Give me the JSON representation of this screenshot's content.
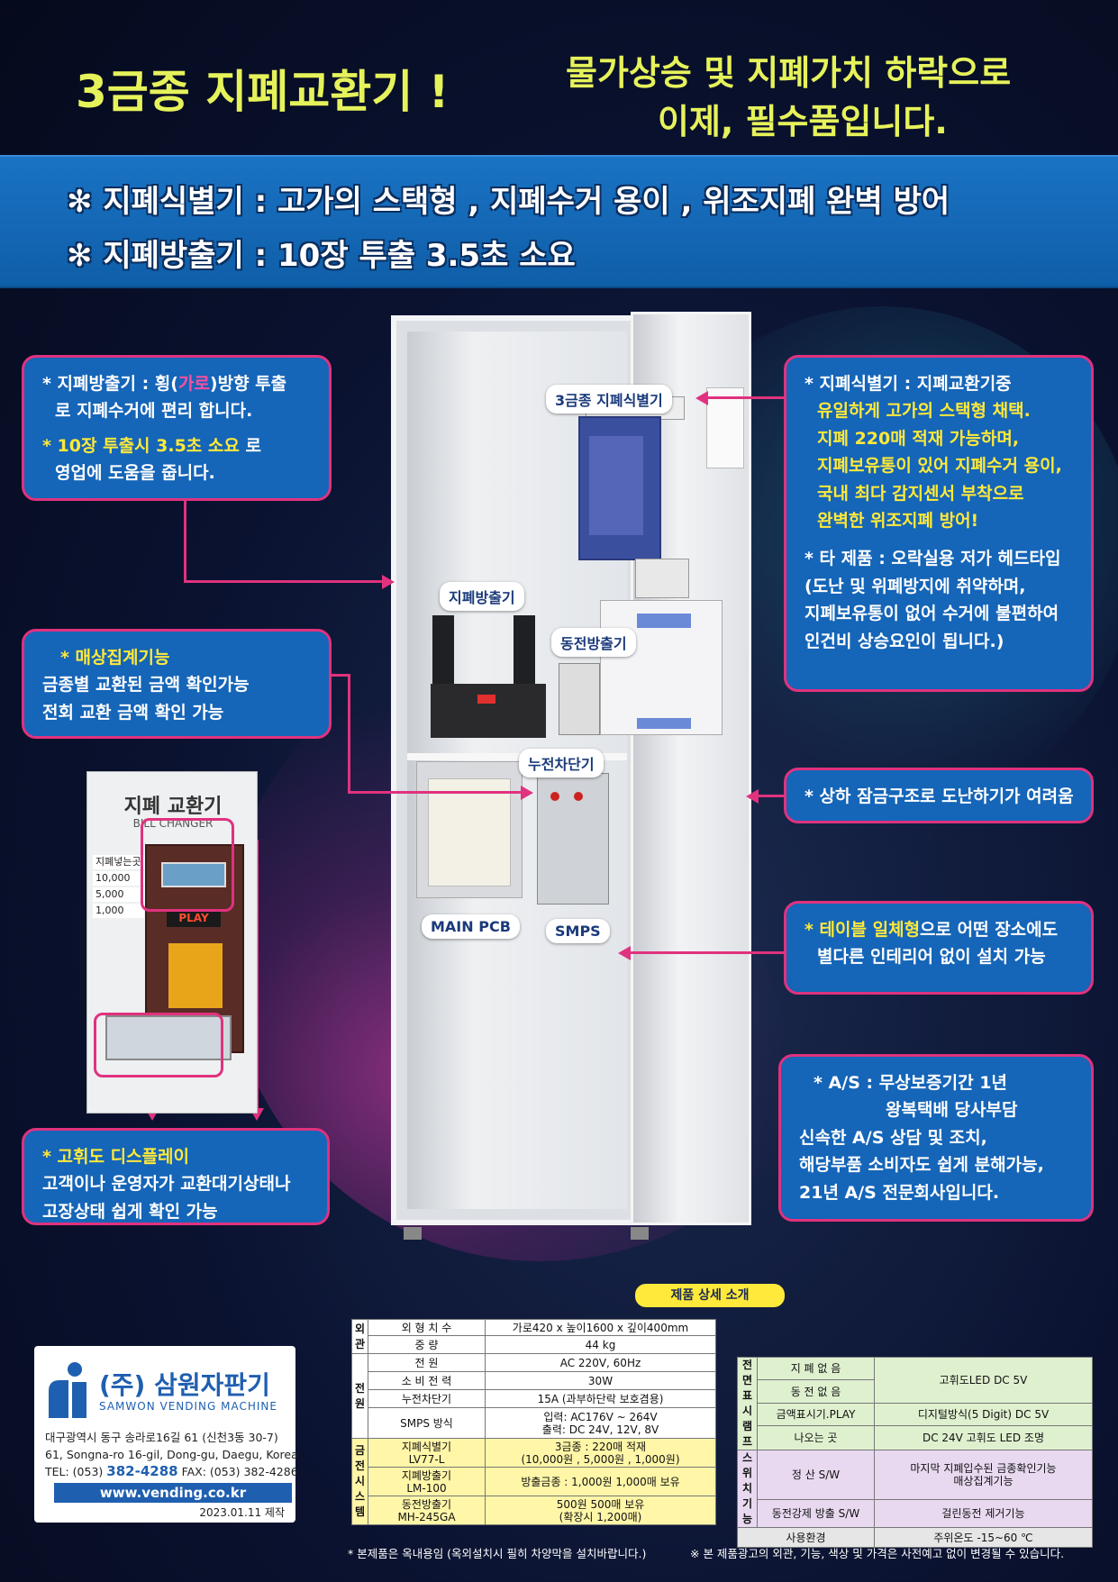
{
  "headline": {
    "left": "3금종 지폐교환기 !",
    "right_line1": "물가상승 및 지폐가치 하락으로",
    "right_line2": "이제, 필수품입니다."
  },
  "band": {
    "line1": "지폐식별기 : 고가의 스택형 , 지폐수거 용이 , 위조지폐 완벽 방어",
    "line2": "지폐방출기 : 10장 투출 3.5초 소요",
    "bullet": "✻"
  },
  "tags": {
    "bill_validator": "3금종 지폐식별기",
    "bill_dispenser": "지폐방출기",
    "coin_dispenser": "동전방출기",
    "breaker": "누전차단기",
    "main_pcb": "MAIN PCB",
    "smps": "SMPS"
  },
  "callouts": {
    "dispenser": {
      "l1a": "* 지폐방출기 : 횡(",
      "l1b": "가로",
      "l1c": ")방향 투출",
      "l2": "로 지폐수거에 편리 합니다.",
      "l3a": "* 10장 투출시 3.5초 소요",
      "l3b": " 로",
      "l4": "영업에 도움을 줍니다."
    },
    "sales": {
      "l1": "* 매상집계기능",
      "l2": "금종별 교환된 금액 확인가능",
      "l3": "전회 교환 금액 확인 가능"
    },
    "display": {
      "l1": "* 고휘도 디스플레이",
      "l2": "고객이나 운영자가 교환대기상태나",
      "l3": "고장상태 쉽게 확인 가능"
    },
    "validator": {
      "l1": "* 지폐식별기 : 지폐교환기중",
      "l2": "유일하게 고가의 스택형 채택.",
      "l3": "지폐 220매 적재 가능하며,",
      "l4": "지폐보유통이 있어 지폐수거 용이,",
      "l5": "국내 최다 감지센서 부착으로",
      "l6": "완벽한 위조지폐 방어!",
      "l7": "* 타 제품 : 오락실용 저가 헤드타입",
      "l8": "(도난 및 위폐방지에 취약하며,",
      "l9": "지폐보유통이 없어 수거에 불편하여",
      "l10": "인건비 상승요인이 됩니다.)"
    },
    "lock": {
      "l1": "* 상하 잠금구조로 도난하기가 여려움"
    },
    "table": {
      "l1a": "* 테이블 일체형",
      "l1b": "으로 어떤 장소에도",
      "l2": "별다른 인테리어 없이 설치 가능"
    },
    "as": {
      "l1": "* A/S : 무상보증기간 1년",
      "l2": "왕복택배 당사부담",
      "l3": "신속한 A/S 상담 및 조치,",
      "l4": "해당부품 소비자도 쉽게 분해가능,",
      "l5": "21년 A/S 전문회사입니다."
    }
  },
  "mini_machine": {
    "title": "지폐 교환기",
    "subtitle": "BILL CHANGER",
    "play": "PLAY",
    "insert_label": "지폐넣는곳",
    "amounts": [
      "10,000",
      "5,000",
      "1,000"
    ]
  },
  "company": {
    "name_ko": "(주) 삼원자판기",
    "name_en": "SAMWON VENDING MACHINE",
    "addr_ko": "대구광역시 동구 송라로16길 61 (신천3동 30-7)",
    "addr_en": "61, Songna-ro 16-gil, Dong-gu, Daegu, Korea",
    "tel_label": "TEL: (053)",
    "tel": "382-4288",
    "fax": "FAX: (053) 382-4286",
    "url": "www.vending.co.kr",
    "date": "2023.01.11 제작"
  },
  "spec_title": "제품 상세 소개",
  "spec1": {
    "groups": {
      "exterior": "외관",
      "power": "전원",
      "system": "금전시스템"
    },
    "rows": [
      [
        "외 형 치 수",
        "가로420 x 높이1600 x 깊이400mm"
      ],
      [
        "중 량",
        "44 kg"
      ],
      [
        "전 원",
        "AC 220V, 60Hz"
      ],
      [
        "소 비 전 력",
        "30W"
      ],
      [
        "누전차단기",
        "15A (과부하단락 보호겸용)"
      ],
      [
        "SMPS 방식",
        "입력: AC176V ~ 264V",
        "출력: DC 24V, 12V, 8V"
      ],
      [
        "지폐식별기",
        "LV77-L",
        "3금종 : 220매 적재",
        "(10,000원 , 5,000원 , 1,000원)"
      ],
      [
        "지폐방출기",
        "LM-100",
        "방출금종 : 1,000원 1,000매 보유"
      ],
      [
        "동전방출기",
        "MH-245GA",
        "500원 500매 보유",
        "(확장시 1,200매)"
      ]
    ]
  },
  "spec2": {
    "groups": {
      "lamp": "전면표시램프",
      "switch": "스위치기능"
    },
    "rows": [
      [
        "지 폐 없 음",
        "고휘도LED DC 5V"
      ],
      [
        "동 전 없 음"
      ],
      [
        "금액표시기.PLAY",
        "디지털방식(5 Digit) DC 5V"
      ],
      [
        "나오는 곳",
        "DC 24V 고휘도 LED 조명"
      ],
      [
        "정 산 S/W",
        "마지막 지폐입수된 금종확인기능",
        "매상집계기능"
      ],
      [
        "동전강제 방출 S/W",
        "걸린동전 제거기능"
      ],
      [
        "사용환경",
        "주위온도 -15~60 ℃"
      ]
    ]
  },
  "footer": {
    "left": "* 본제품은 옥내용임 (옥외설치시 필히 차양막을 설치바랍니다.)",
    "right": "※ 본 제품광고의 외관, 기능, 색상 및 가격은 사전예고 없이 변경될 수 있습니다."
  }
}
